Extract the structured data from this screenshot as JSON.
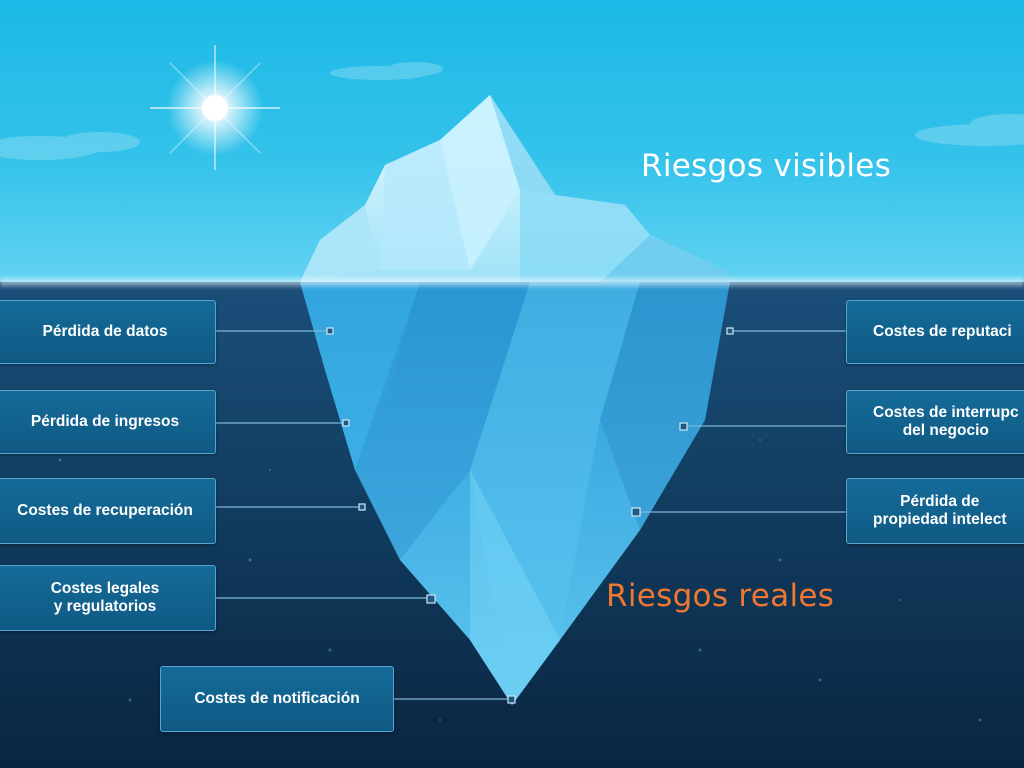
{
  "titles": {
    "visible": "Riesgos visibles",
    "real": "Riesgos reales"
  },
  "left_items": [
    {
      "label": "Pérdida de datos"
    },
    {
      "label": "Pérdida de ingresos"
    },
    {
      "label": "Costes de recuperación"
    },
    {
      "label": "Costes legales\ny regulatorios"
    }
  ],
  "bottom_item": {
    "label": "Costes de notificación"
  },
  "right_items": [
    {
      "label": "Costes de reputaci"
    },
    {
      "label": "Costes de interrupc\ndel negocio"
    },
    {
      "label": "Pérdida de\npropiedad intelect"
    }
  ],
  "colors": {
    "sky": "#1cb9e6",
    "sea": "#0f3a5e",
    "box_fill": "#0f5a84",
    "box_border": "#5aa4d0",
    "real_title": "#ee7731",
    "visible_title": "#ffffff"
  }
}
